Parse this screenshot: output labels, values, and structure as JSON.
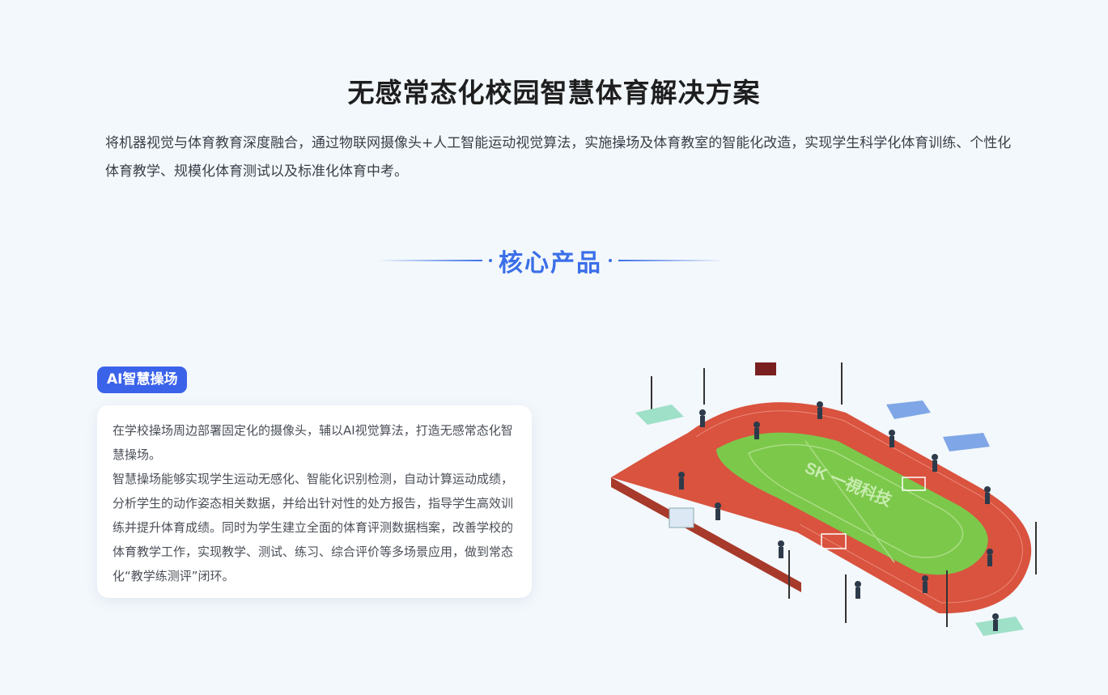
{
  "page": {
    "title": "无感常态化校园智慧体育解决方案",
    "intro": "将机器视觉与体育教育深度融合，通过物联网摄像头+人工智能运动视觉算法，实施操场及体育教室的智能化改造，实现学生科学化体育训练、个性化体育教学、规模化体育测试以及标准化体育中考。"
  },
  "section": {
    "title": "核心产品"
  },
  "product": {
    "badge": "AI智慧操场",
    "desc_1": "在学校操场周边部署固定化的摄像头，辅以AI视觉算法，打造无感常态化智慧操场。",
    "desc_2": "智慧操场能够实现学生运动无感化、智能化识别检测，自动计算运动成绩，分析学生的动作姿态相关数据，并给出针对性的处方报告，指导学生高效训练并提升体育成绩。同时为学生建立全面的体育评测数据档案，改善学校的体育教学工作，实现教学、测试、练习、综合评价等多场景应用，做到常态化“教学练测评”闭环。"
  },
  "illustration": {
    "field_logo": "SK 一視科技",
    "colors": {
      "track": "#d9533f",
      "field": "#7cc84b",
      "accent": "#3b6fe8"
    }
  }
}
